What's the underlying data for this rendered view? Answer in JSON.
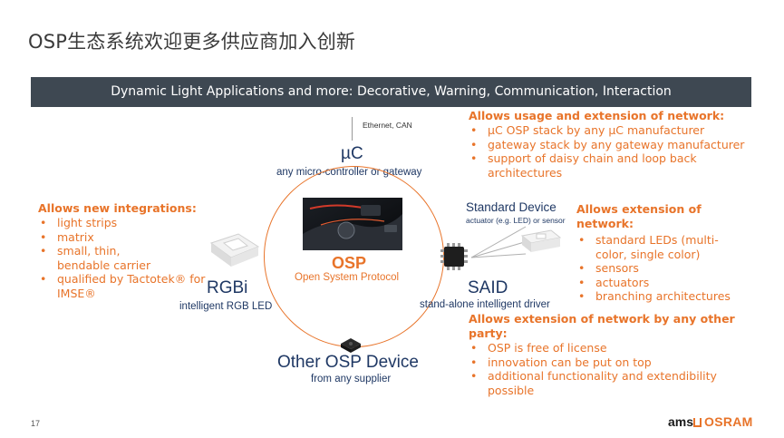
{
  "slide": {
    "title": "OSP生态系统欢迎更多供应商加入创新",
    "banner": "Dynamic Light Applications and more: Decorative, Warning, Communication, Interaction",
    "page_number": "17"
  },
  "center": {
    "name": "OSP",
    "subtitle": "Open System Protocol"
  },
  "nodes": {
    "uc": {
      "name": "µC",
      "subtitle": "any micro-controller or gateway",
      "top_label": "Ethernet, CAN"
    },
    "rgbi": {
      "name": "RGBi",
      "subtitle": "intelligent RGB LED"
    },
    "said": {
      "name": "SAID",
      "subtitle": "stand-alone intelligent driver"
    },
    "standard": {
      "name": "Standard Device",
      "subtitle": "actuator (e.g. LED) or sensor"
    },
    "other": {
      "name": "Other OSP Device",
      "subtitle": "from any supplier"
    }
  },
  "blocks": {
    "new_integrations": {
      "heading": "Allows new integrations:",
      "items": [
        "light strips",
        "matrix",
        "small, thin, bendable carrier",
        "qualified by Tactotek® for IMSE®"
      ]
    },
    "usage_extension": {
      "heading": "Allows usage and extension of network:",
      "items": [
        "µC OSP stack by any µC manufacturer",
        "gateway stack by any gateway manufacturer",
        "support of daisy chain and loop back architectures"
      ]
    },
    "extension": {
      "heading": "Allows extension of network:",
      "items": [
        "standard LEDs (multi-color, single color)",
        "sensors",
        "actuators",
        "branching architectures"
      ]
    },
    "other_party": {
      "heading": "Allows extension of network by any other party:",
      "items": [
        "OSP is free of license",
        "innovation can be put on top",
        "additional functionality and extendibility possible"
      ]
    }
  },
  "logo": {
    "ams": "ams",
    "osram": "OSRAM"
  },
  "colors": {
    "accent": "#e8742a",
    "navy": "#1f3864",
    "banner": "#3e4852"
  }
}
